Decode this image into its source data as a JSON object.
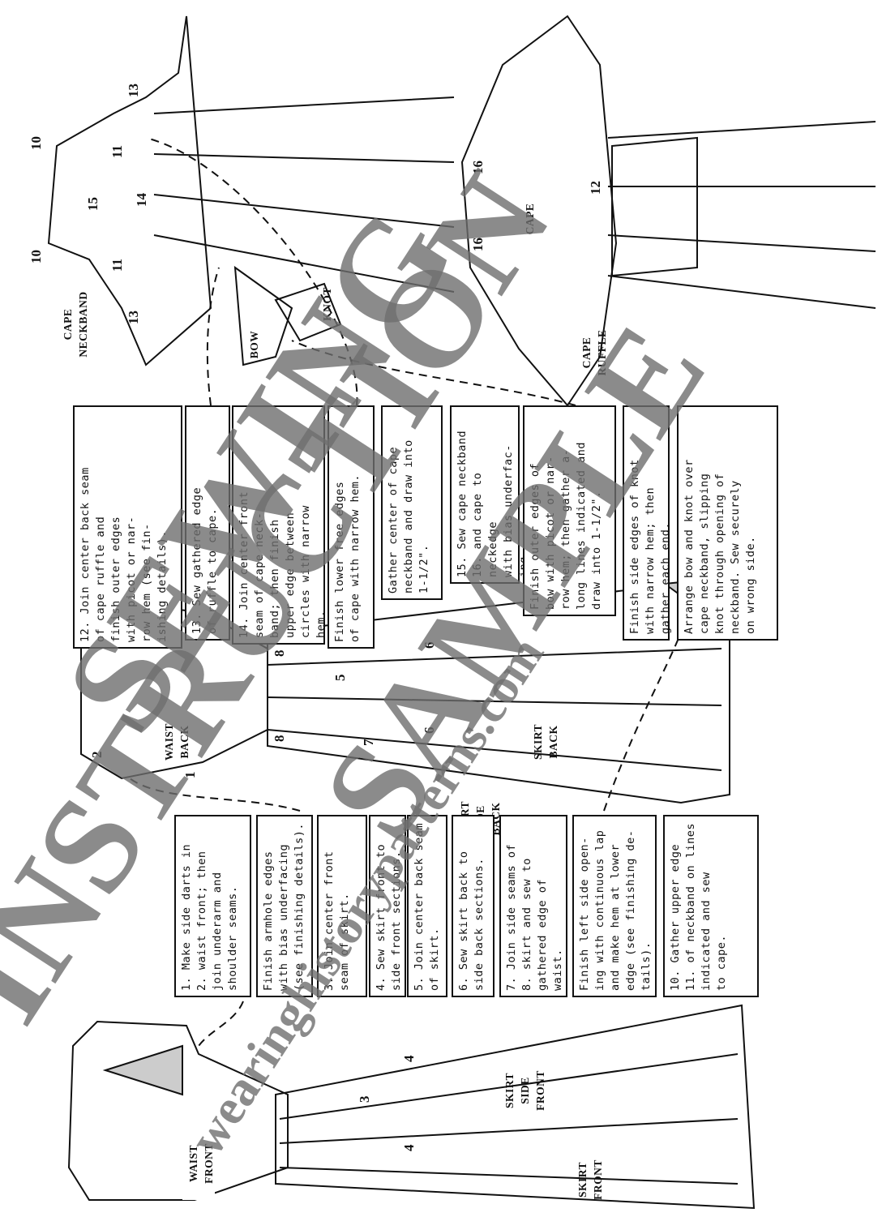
{
  "left_steps": [
    "1. Make side darts in\n2. waist front; then\n   join underarm and\n   shoulder seams.",
    "Finish armhole edges\nwith bias underfacing\n(see finishing details).",
    "3. Join center front\n   seam of skirt.",
    "4. Sew skirt front to\n   side front sections.",
    "5. Join center back seam\n   of skirt.",
    "6. Sew skirt back to\n   side back sections.",
    "7. Join side seams of\n8. skirt and sew to\n   gathered edge of\n   waist.",
    "Finish left side open-\ning with continuous lap\nand make hem at lower\nedge (see finishing de-\ntails).",
    "10. Gather upper edge\n11. of neckband on lines\n    indicated and sew\n    to cape."
  ],
  "right_steps": [
    "12. Join center back seam\n    of cape ruffle and\n    finish outer edges\n    with picot or nar-\n    row hem (see fin-\n    ishing details).",
    "13. Sew gathered edge\n    of ruffle to cape.",
    "14. Join center front\n    seam of cape neck-\n    band; then finish\n    upper edge between\n    circles with narrow\n    hem.",
    "Finish lower free edges\nof cape with narrow hem.",
    "Gather center of cape\nneckband and draw into\n1-1/2\".",
    "15. Sew cape neckband\n16. and cape to neckedge\n    with bias underfac-\n    ing.",
    "Finish outer edges of\nbow with picot or nar-\nrow hem; then gather a-\nlong lines indicated and\ndraw into 1-1/2\".",
    "Finish side edges of knot\nwith narrow hem; then\ngather each end.",
    "Arrange bow and knot over\ncape neckband, slipping\nknot through opening of\nneckband. Sew securely\non wrong side."
  ],
  "labels": {
    "waist_front": "WAIST FRONT",
    "skirt_side_front": "SKIRT SIDE FRONT",
    "skirt_front": "SKIRT FRONT",
    "waist_back": "WAIST BACK",
    "skirt_back": "SKIRT BACK",
    "skirt_side_back": "SKIRT SIDE BACK",
    "cape": "CAPE",
    "cape_ruffle": "CAPE RUFFLE",
    "cape_neckband": "CAPE NECKBAND",
    "bow": "BOW",
    "knot": "KNOT"
  },
  "watermark": {
    "line1": "SEWING",
    "line2": "INSTRUCTION",
    "line3": "SAMPLE",
    "url": "wearinghistorypatterns.com"
  }
}
